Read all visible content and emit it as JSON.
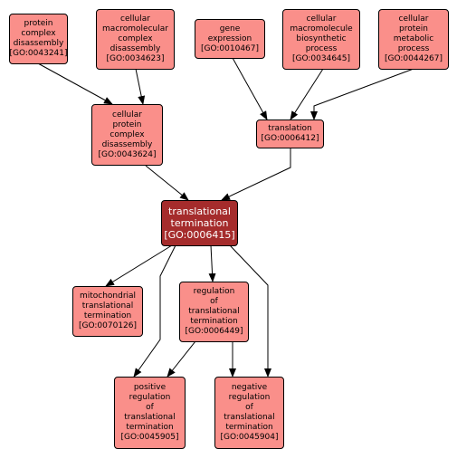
{
  "colors": {
    "node_fill": "#fa8f8a",
    "focus_fill": "#a52c2c",
    "edge": "#000000"
  },
  "nodes": [
    {
      "id": "GO:0043241",
      "lines": [
        "protein",
        "complex",
        "disassembly",
        "[GO:0043241]"
      ]
    },
    {
      "id": "GO:0034623",
      "lines": [
        "cellular",
        "macromolecular",
        "complex",
        "disassembly",
        "[GO:0034623]"
      ]
    },
    {
      "id": "GO:0010467",
      "lines": [
        "gene",
        "expression",
        "[GO:0010467]"
      ]
    },
    {
      "id": "GO:0034645",
      "lines": [
        "cellular",
        "macromolecule",
        "biosynthetic",
        "process",
        "[GO:0034645]"
      ]
    },
    {
      "id": "GO:0044267",
      "lines": [
        "cellular",
        "protein",
        "metabolic",
        "process",
        "[GO:0044267]"
      ]
    },
    {
      "id": "GO:0043624",
      "lines": [
        "cellular",
        "protein",
        "complex",
        "disassembly",
        "[GO:0043624]"
      ]
    },
    {
      "id": "GO:0006412",
      "lines": [
        "translation",
        "[GO:0006412]"
      ]
    },
    {
      "id": "GO:0006415",
      "lines": [
        "translational",
        "termination",
        "[GO:0006415]"
      ]
    },
    {
      "id": "GO:0070126",
      "lines": [
        "mitochondrial",
        "translational",
        "termination",
        "[GO:0070126]"
      ]
    },
    {
      "id": "GO:0006449",
      "lines": [
        "regulation",
        "of",
        "translational",
        "termination",
        "[GO:0006449]"
      ]
    },
    {
      "id": "GO:0045905",
      "lines": [
        "positive",
        "regulation",
        "of",
        "translational",
        "termination",
        "[GO:0045905]"
      ]
    },
    {
      "id": "GO:0045904",
      "lines": [
        "negative",
        "regulation",
        "of",
        "translational",
        "termination",
        "[GO:0045904]"
      ]
    }
  ],
  "edges": [
    {
      "from": "GO:0043241",
      "to": "GO:0043624"
    },
    {
      "from": "GO:0034623",
      "to": "GO:0043624"
    },
    {
      "from": "GO:0010467",
      "to": "GO:0006412"
    },
    {
      "from": "GO:0034645",
      "to": "GO:0006412"
    },
    {
      "from": "GO:0044267",
      "to": "GO:0006412"
    },
    {
      "from": "GO:0043624",
      "to": "GO:0006415"
    },
    {
      "from": "GO:0006412",
      "to": "GO:0006415"
    },
    {
      "from": "GO:0006415",
      "to": "GO:0070126"
    },
    {
      "from": "GO:0006415",
      "to": "GO:0006449"
    },
    {
      "from": "GO:0006415",
      "to": "GO:0045905"
    },
    {
      "from": "GO:0006415",
      "to": "GO:0045904"
    },
    {
      "from": "GO:0006449",
      "to": "GO:0045905"
    },
    {
      "from": "GO:0006449",
      "to": "GO:0045904"
    }
  ]
}
